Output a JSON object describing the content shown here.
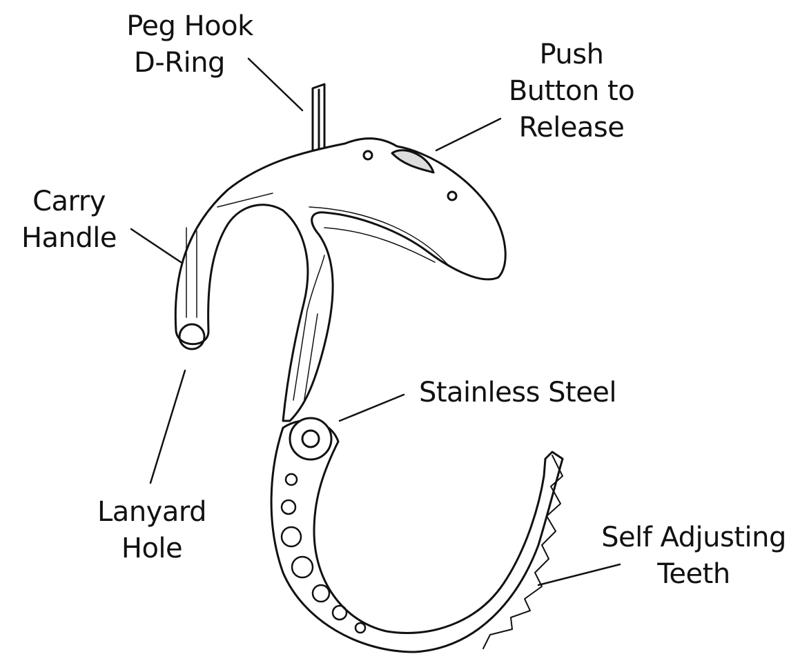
{
  "labels": {
    "peg_hook": [
      "Peg Hook",
      "D-Ring"
    ],
    "push_button": [
      "Push",
      "Button to",
      "Release"
    ],
    "carry_handle": [
      "Carry",
      "Handle"
    ],
    "lanyard_hole": [
      "Lanyard",
      "Hole"
    ],
    "stainless_steel": [
      "Stainless Steel"
    ],
    "teeth": [
      "Self Adjusting",
      "Teeth"
    ]
  }
}
